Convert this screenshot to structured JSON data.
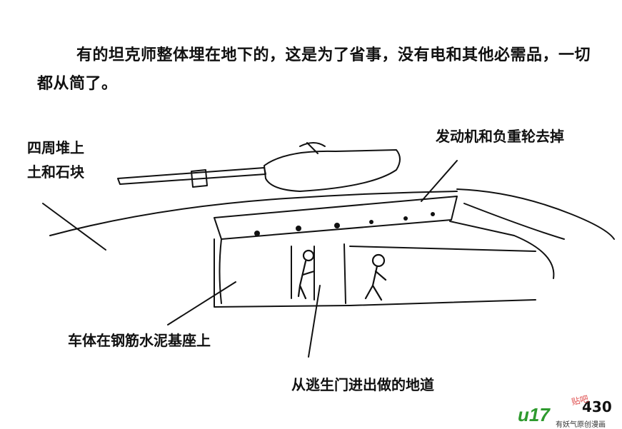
{
  "caption": {
    "text": "有的坦克师整体埋在地下的，这是为了省事，没有电和其他必需品，一切都从简了。"
  },
  "labels": {
    "dirt_line1": "四周堆上",
    "dirt_line2": "土和石块",
    "engine": "发动机和负重轮去掉",
    "base": "车体在钢筋水泥基座上",
    "tunnel": "从逃生门进出做的地道"
  },
  "page_number": "430",
  "watermark": {
    "logo": "u17",
    "sub": "有妖气原创漫画",
    "tag": "贴吧"
  }
}
